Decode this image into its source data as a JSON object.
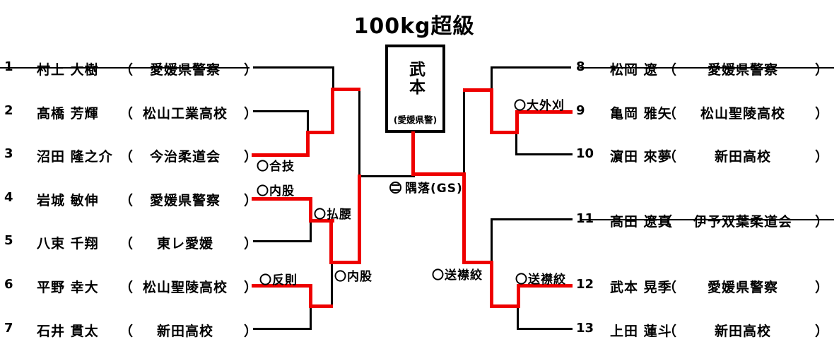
{
  "title": "100kg超級",
  "colors": {
    "winner_path": "#ee0000",
    "line": "#000000"
  },
  "punct": {
    "open": "（",
    "close": "）"
  },
  "champion": {
    "name": "武本",
    "affiliation": "(愛媛県警)"
  },
  "entries_left": [
    {
      "seed": "1",
      "name": "村上 大樹",
      "affiliation": "愛媛県警察",
      "withdrawn": true
    },
    {
      "seed": "2",
      "name": "髙橋 芳輝",
      "affiliation": "松山工業高校",
      "withdrawn": false
    },
    {
      "seed": "3",
      "name": "沼田 隆之介",
      "affiliation": "今治柔道会",
      "withdrawn": false
    },
    {
      "seed": "4",
      "name": "岩城 敏伸",
      "affiliation": "愛媛県警察",
      "withdrawn": false
    },
    {
      "seed": "5",
      "name": "八束 千翔",
      "affiliation": "東レ愛媛",
      "withdrawn": false
    },
    {
      "seed": "6",
      "name": "平野 幸大",
      "affiliation": "松山聖陵高校",
      "withdrawn": false
    },
    {
      "seed": "7",
      "name": "石井 貫太",
      "affiliation": "新田高校",
      "withdrawn": false
    }
  ],
  "entries_right": [
    {
      "seed": "8",
      "name": "松岡 遼",
      "affiliation": "愛媛県警察",
      "withdrawn": true
    },
    {
      "seed": "9",
      "name": "亀岡 雅矢",
      "affiliation": "松山聖陵高校",
      "withdrawn": false
    },
    {
      "seed": "10",
      "name": "濵田 來夢",
      "affiliation": "新田高校",
      "withdrawn": false
    },
    {
      "seed": "11",
      "name": "髙田 遼真",
      "affiliation": "伊予双葉柔道会",
      "withdrawn": true
    },
    {
      "seed": "12",
      "name": "武本 晃季",
      "affiliation": "愛媛県警察",
      "withdrawn": false
    },
    {
      "seed": "13",
      "name": "上田 蓮斗",
      "affiliation": "新田高校",
      "withdrawn": false
    }
  ],
  "techniques": {
    "match_2v3": "〇合技",
    "match_4v5": "〇内股",
    "semi_left_bottom": "〇払腰",
    "final_left": "〇内股",
    "match_6v7": "〇反則",
    "match_9v10": "〇大外刈",
    "final_right": "〇送襟絞",
    "match_12v13": "〇送襟絞",
    "grand_final": "隅落(GS)"
  }
}
